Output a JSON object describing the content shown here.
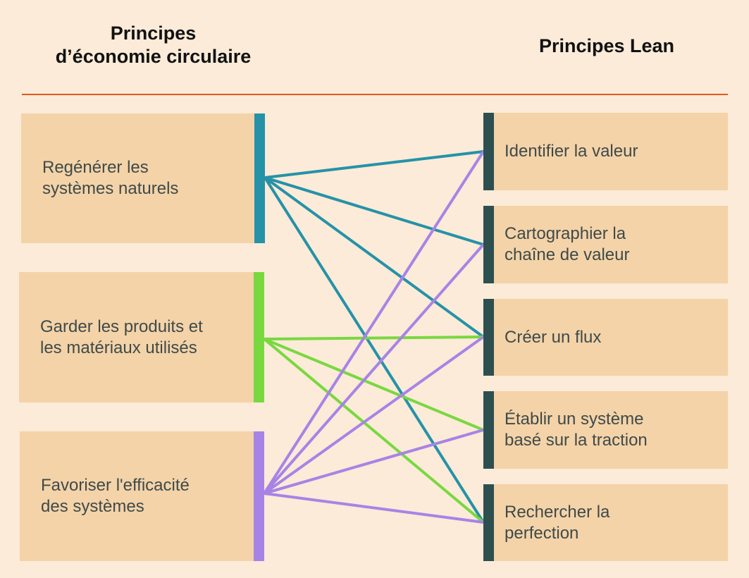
{
  "headings": {
    "left": "Principes\nd’économie circulaire",
    "right": "Principes Lean"
  },
  "circular": [
    {
      "id": "regenerate",
      "label": "Regénérer les\nsystèmes naturels",
      "color": "#2592a8"
    },
    {
      "id": "keep",
      "label": "Garder les produits et\nles matériaux utilisés",
      "color": "#79d840"
    },
    {
      "id": "efficiency",
      "label": "Favoriser l'efficacité\ndes systèmes",
      "color": "#a883e6"
    }
  ],
  "lean": [
    {
      "id": "value",
      "label": "Identifier la valeur"
    },
    {
      "id": "map",
      "label": "Cartographier la\nchaîne de valeur"
    },
    {
      "id": "flow",
      "label": "Créer un flux"
    },
    {
      "id": "pull",
      "label": "Établir un système\nbasé sur la traction"
    },
    {
      "id": "perfection",
      "label": "Rechercher la\nperfection"
    }
  ],
  "lean_bar_color": "#2e4f4f",
  "links": [
    {
      "from": "regenerate",
      "to": "value"
    },
    {
      "from": "regenerate",
      "to": "map"
    },
    {
      "from": "regenerate",
      "to": "flow"
    },
    {
      "from": "regenerate",
      "to": "perfection"
    },
    {
      "from": "keep",
      "to": "flow"
    },
    {
      "from": "keep",
      "to": "pull"
    },
    {
      "from": "keep",
      "to": "perfection"
    },
    {
      "from": "efficiency",
      "to": "value"
    },
    {
      "from": "efficiency",
      "to": "map"
    },
    {
      "from": "efficiency",
      "to": "flow"
    },
    {
      "from": "efficiency",
      "to": "pull"
    },
    {
      "from": "efficiency",
      "to": "perfection"
    }
  ]
}
